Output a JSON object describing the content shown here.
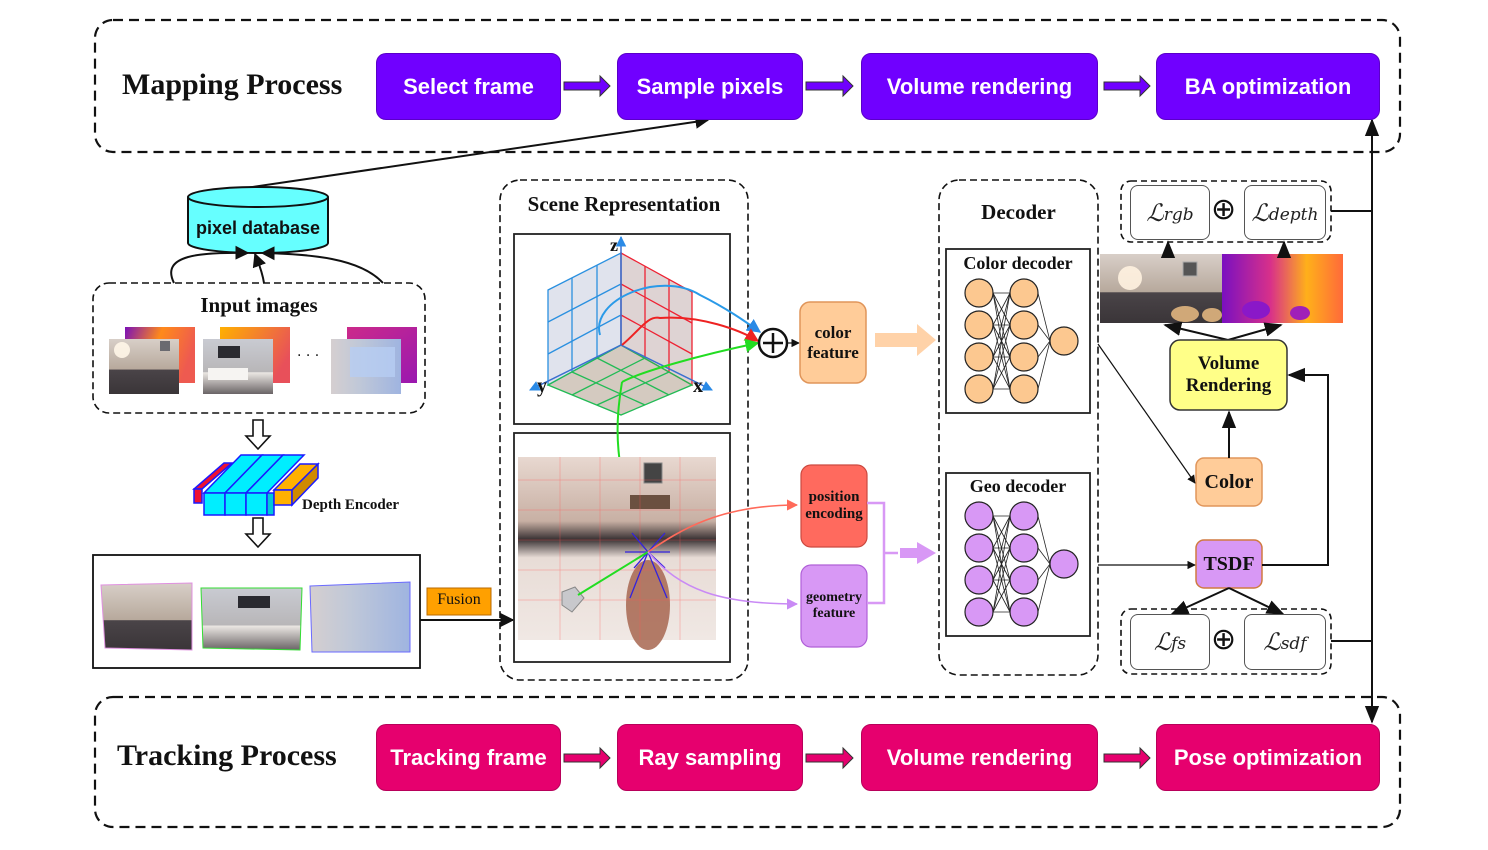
{
  "mapping": {
    "title": "Mapping Process",
    "steps": [
      "Select frame",
      "Sample pixels",
      "Volume rendering",
      "BA optimization"
    ],
    "color": "#7000ff"
  },
  "tracking": {
    "title": "Tracking Process",
    "steps": [
      "Tracking frame",
      "Ray sampling",
      "Volume rendering",
      "Pose optimization"
    ],
    "color": "#e6006e"
  },
  "left": {
    "database_label": "pixel database",
    "input_images_label": "Input images",
    "ellipsis": "· · ·",
    "depth_encoder_label": "Depth Encoder",
    "fusion_label": "Fusion"
  },
  "scene": {
    "title": "Scene Representation",
    "axes": {
      "z": "z",
      "y": "y",
      "x": "x"
    }
  },
  "features": {
    "color_feature": "color feature",
    "position_encoding": "position encoding",
    "geometry_feature": "geometry feature"
  },
  "decoder": {
    "title": "Decoder",
    "color_decoder": "Color decoder",
    "geo_decoder": "Geo decoder"
  },
  "right": {
    "volume_rendering": "Volume Rendering",
    "color": "Color",
    "tsdf": "TSDF",
    "loss_top": [
      {
        "base": "ℒ",
        "sub": "rgb"
      },
      {
        "base": "ℒ",
        "sub": "depth"
      }
    ],
    "loss_bottom": [
      {
        "base": "ℒ",
        "sub": "fs"
      },
      {
        "base": "ℒ",
        "sub": "sdf"
      }
    ],
    "oplus": "⊕"
  }
}
